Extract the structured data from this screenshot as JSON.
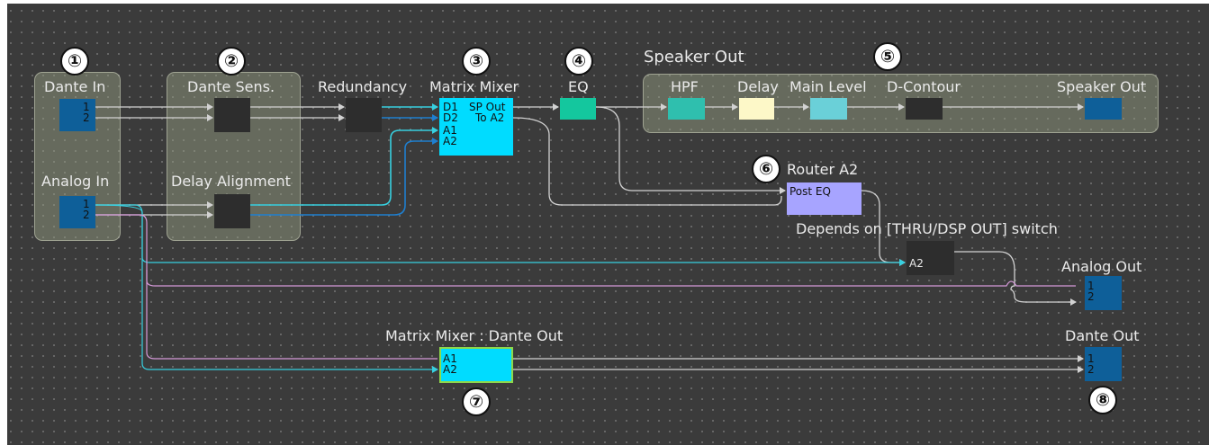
{
  "group_titles": {
    "dante_in": "Dante In",
    "dante_sens": "Dante Sens.",
    "analog_in": "Analog In",
    "delay_alignment": "Delay Alignment",
    "speaker_out_group": "Speaker Out"
  },
  "block_titles": {
    "redundancy": "Redundancy",
    "matrix_mixer": "Matrix Mixer",
    "eq": "EQ",
    "hpf": "HPF",
    "delay": "Delay",
    "main_level": "Main Level",
    "d_contour": "D-Contour",
    "speaker_out": "Speaker Out",
    "router_a2": "Router A2",
    "switch_note": "Depends on [THRU/DSP OUT] switch",
    "analog_out": "Analog Out",
    "matrix_mixer_dante_out": "Matrix Mixer : Dante Out",
    "dante_out": "Dante Out"
  },
  "badges": [
    "①",
    "②",
    "③",
    "④",
    "⑤",
    "⑥",
    "⑦",
    "⑧"
  ],
  "ports": {
    "dante_in": [
      "1",
      "2"
    ],
    "analog_in": [
      "1",
      "2"
    ],
    "matrix_in": [
      "D1",
      "D2",
      "A1",
      "A2"
    ],
    "matrix_out": [
      "SP Out",
      "To A2"
    ],
    "router_in": "Post EQ",
    "switch_in": "A2",
    "analog_out": [
      "1",
      "2"
    ],
    "mm_dante_in": [
      "A1",
      "A2"
    ],
    "dante_out": [
      "1",
      "2"
    ]
  },
  "colors": {
    "io_block": "#0e5f99",
    "dsp_block": "#2d2d2d",
    "matrix": "#00dcff",
    "eq": "#14c79e",
    "hpf": "#2fbfae",
    "delay": "#fdf8c8",
    "main_level": "#6ad0d8",
    "router": "#a7a4ff",
    "wire_gray": "#d2d2d2",
    "wire_cyan": "#37d0e0",
    "wire_blue": "#1e7fd0",
    "wire_pink": "#d59ad9"
  }
}
